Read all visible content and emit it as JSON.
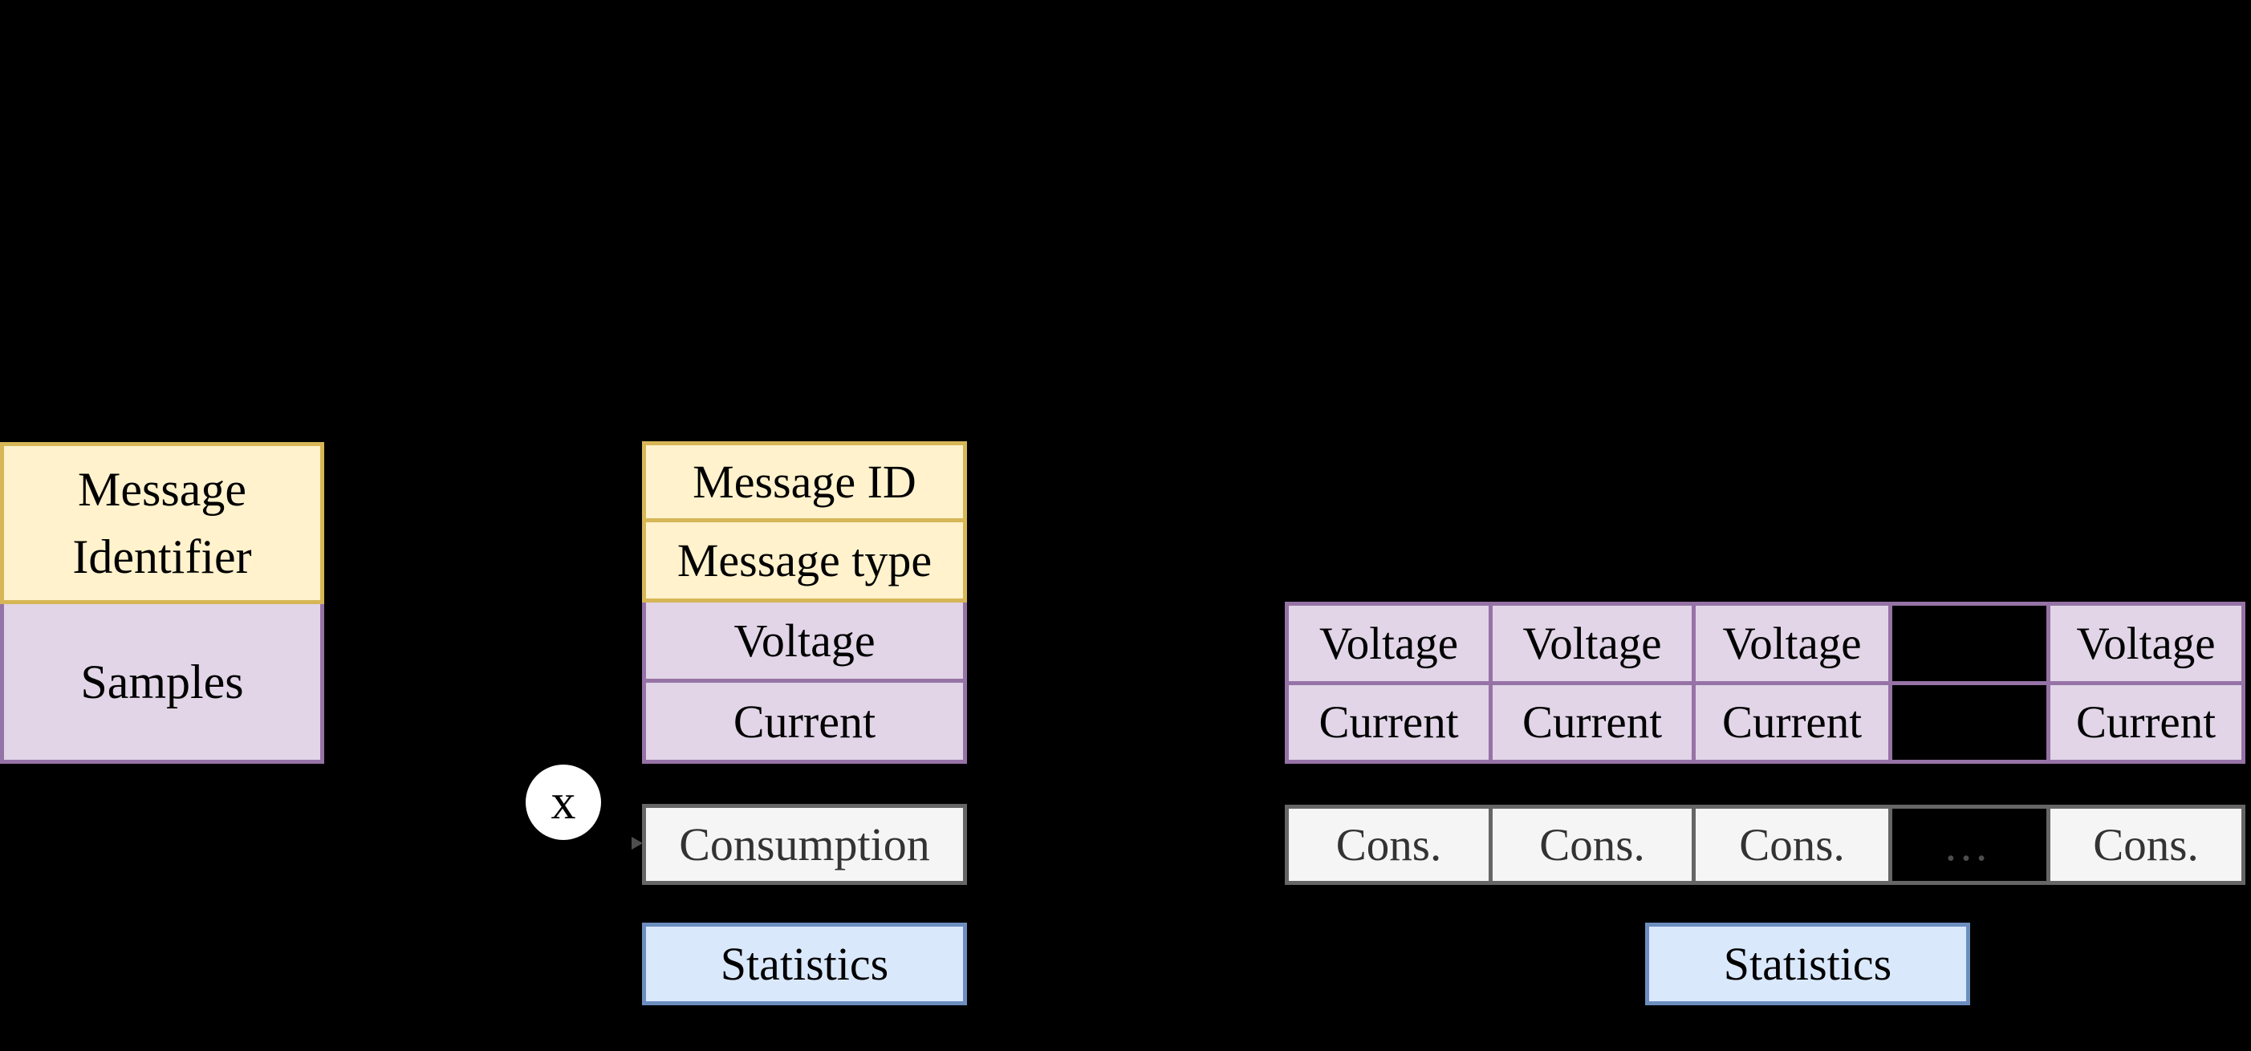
{
  "background_color": "#000000",
  "palette": {
    "yellow_fill": "#FFF2CC",
    "yellow_stroke": "#D6B656",
    "purple_fill": "#E1D5E7",
    "purple_stroke": "#9673A6",
    "gray_fill": "#F5F5F5",
    "gray_stroke": "#666666",
    "blue_fill": "#DAE8FC",
    "blue_stroke": "#6C8EBF",
    "text_dark": "#000000",
    "text_gray": "#333333"
  },
  "left_record": {
    "identifier_label": "Message Identifier",
    "samples_label": "Samples"
  },
  "multiply_node": {
    "label": "x"
  },
  "message_stack": {
    "cells": [
      {
        "label": "Message ID"
      },
      {
        "label": "Message type"
      },
      {
        "label": "Voltage"
      },
      {
        "label": "Current"
      }
    ]
  },
  "consumption_box": {
    "label": "Consumption"
  },
  "statistics_box_left": {
    "label": "Statistics"
  },
  "samples_table": {
    "voltage_row": [
      "Voltage",
      "Voltage",
      "Voltage",
      "",
      "Voltage"
    ],
    "current_row": [
      "Current",
      "Current",
      "Current",
      "",
      "Current"
    ],
    "cons_row": [
      "Cons.",
      "Cons.",
      "Cons.",
      "…",
      "Cons."
    ]
  },
  "statistics_box_right": {
    "label": "Statistics"
  }
}
